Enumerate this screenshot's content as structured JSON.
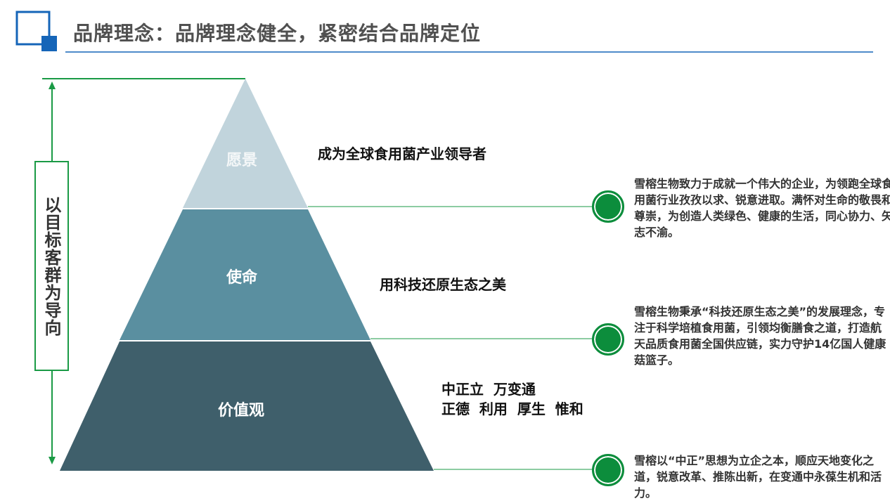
{
  "header": {
    "title": "品牌理念：品牌理念健全，紧密结合品牌定位"
  },
  "side_label": "以目标客群为导向",
  "pyramid": [
    {
      "label": "愿景",
      "statement": "成为全球食用菌产业领导者",
      "description": "雪榕生物致力于成就一个伟大的企业，为领跑全球食用菌行业孜孜以求、锐意进取。满怀对生命的敬畏和尊崇，为创造人类绿色、健康的生活，同心协力、矢志不渝。",
      "color": "#c1d4dc"
    },
    {
      "label": "使命",
      "statement": "用科技还原生态之美",
      "description": "雪榕生物秉承“科技还原生态之美”的发展理念，专注于科学培植食用菌，引领均衡膳食之道，打造航天品质食用菌全国供应链，实力守护14亿国人健康菇篮子。",
      "color": "#5a8fa0"
    },
    {
      "label": "价值观",
      "statement_line1": "中正立  万变通",
      "statement_line2": "正德  利用  厚生  惟和",
      "description": "雪榕以“中正”思想为立企之本，顺应天地变化之道，锐意改革、推陈出新，在变通中永葆生机和活力。",
      "color": "#3f5f6b"
    }
  ],
  "colors": {
    "accent_blue": "#1565b8",
    "green": "#0c8d3c"
  }
}
